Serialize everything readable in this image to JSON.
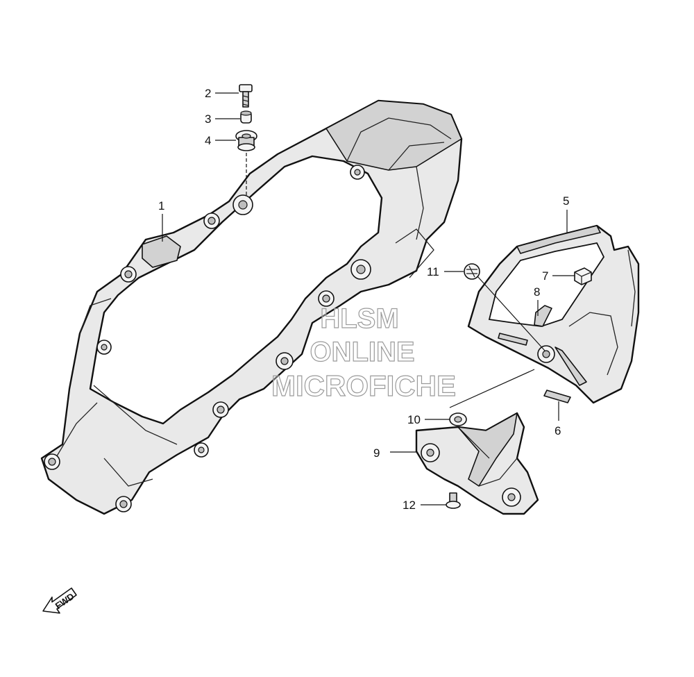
{
  "callouts": [
    {
      "id": "c1",
      "label": "1"
    },
    {
      "id": "c2",
      "label": "2"
    },
    {
      "id": "c3",
      "label": "3"
    },
    {
      "id": "c4",
      "label": "4"
    },
    {
      "id": "c5",
      "label": "5"
    },
    {
      "id": "c6",
      "label": "6"
    },
    {
      "id": "c7",
      "label": "7"
    },
    {
      "id": "c8",
      "label": "8"
    },
    {
      "id": "c9",
      "label": "9"
    },
    {
      "id": "c10",
      "label": "10"
    },
    {
      "id": "c11",
      "label": "11"
    },
    {
      "id": "c12",
      "label": "12"
    }
  ],
  "watermark": {
    "line1": "HLSM",
    "line2": "ONLINE",
    "line3": "MICROFICHE"
  },
  "direction_marker": {
    "label": "FWD",
    "icon": "forward-arrow-icon"
  }
}
